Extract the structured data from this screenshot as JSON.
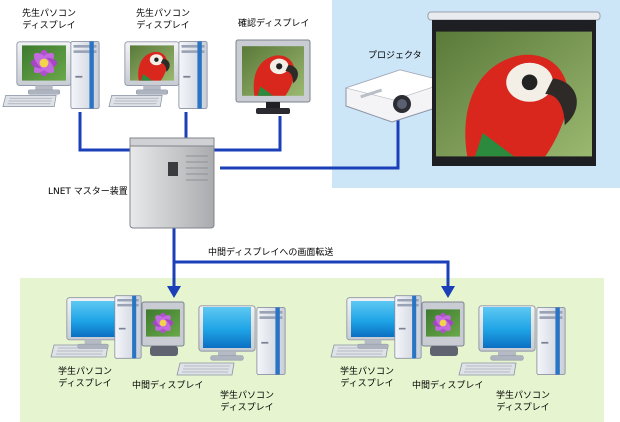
{
  "labels": {
    "teacher_pc_1": [
      "先生パソコン",
      "ディスプレイ"
    ],
    "teacher_pc_2": [
      "先生パソコン",
      "ディスプレイ"
    ],
    "confirm_display": "確認ディスプレイ",
    "projector": "プロジェクタ",
    "master": "LNET マスター装置",
    "transfer": "中間ディスプレイへの画面転送",
    "group_left": {
      "student_pc": [
        "学生パソコン",
        "ディスプレイ"
      ],
      "middle_display": "中間ディスプレイ",
      "student_pc_2": [
        "学生パソコン",
        "ディスプレイ"
      ]
    },
    "group_right": {
      "student_pc": [
        "学生パソコン",
        "ディスプレイ"
      ],
      "middle_display": "中間ディスプレイ",
      "student_pc_2": [
        "学生パソコン",
        "ディスプレイ"
      ]
    }
  },
  "colors": {
    "projection_area": "#cce6f8",
    "student_area": "#e6f5cf",
    "cable": "#1a3fb8"
  },
  "icons": [
    "computer-icon",
    "monitor-icon",
    "projector-icon",
    "projection-screen-icon",
    "master-unit-icon"
  ]
}
